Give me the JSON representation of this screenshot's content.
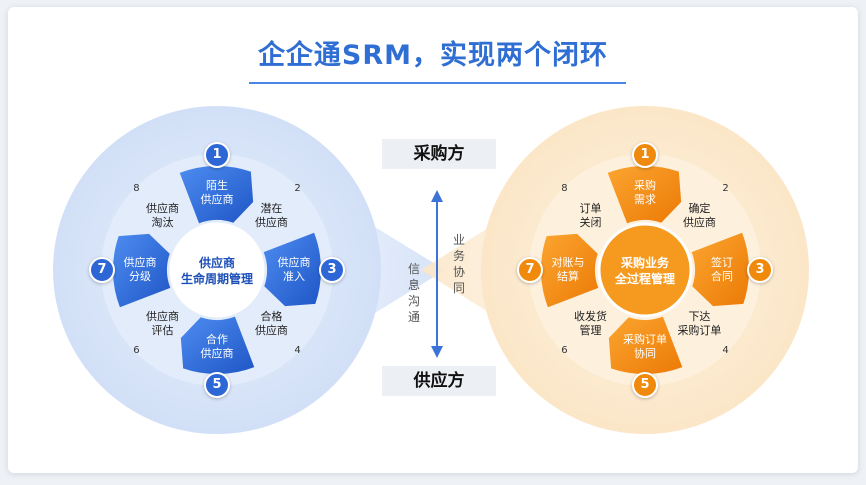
{
  "title": "企企通SRM，实现两个闭环",
  "colors": {
    "blue": "#2d66d5",
    "orange": "#f08a0c"
  },
  "left_cycle": {
    "center": "供应商\n生命周期管理",
    "steps": [
      {
        "num": "1",
        "label": "陌生\n供应商",
        "highlight": true
      },
      {
        "num": "2",
        "label": "潜在\n供应商",
        "highlight": false
      },
      {
        "num": "3",
        "label": "供应商\n准入",
        "highlight": true
      },
      {
        "num": "4",
        "label": "合格\n供应商",
        "highlight": false
      },
      {
        "num": "5",
        "label": "合作\n供应商",
        "highlight": true
      },
      {
        "num": "6",
        "label": "供应商\n评估",
        "highlight": false
      },
      {
        "num": "7",
        "label": "供应商\n分级",
        "highlight": true
      },
      {
        "num": "8",
        "label": "供应商\n淘汰",
        "highlight": false
      }
    ]
  },
  "right_cycle": {
    "center": "采购业务\n全过程管理",
    "steps": [
      {
        "num": "1",
        "label": "采购\n需求",
        "highlight": true
      },
      {
        "num": "2",
        "label": "确定\n供应商",
        "highlight": false
      },
      {
        "num": "3",
        "label": "签订\n合同",
        "highlight": true
      },
      {
        "num": "4",
        "label": "下达\n采购订单",
        "highlight": false
      },
      {
        "num": "5",
        "label": "采购订单\n协同",
        "highlight": true
      },
      {
        "num": "6",
        "label": "收发货\n管理",
        "highlight": false
      },
      {
        "num": "7",
        "label": "对账与\n结算",
        "highlight": true
      },
      {
        "num": "8",
        "label": "订单\n关闭",
        "highlight": false
      }
    ]
  },
  "middle": {
    "top_box": "采购方",
    "bottom_box": "供应方",
    "left_text": "信息沟通",
    "right_text": "业务协同"
  }
}
